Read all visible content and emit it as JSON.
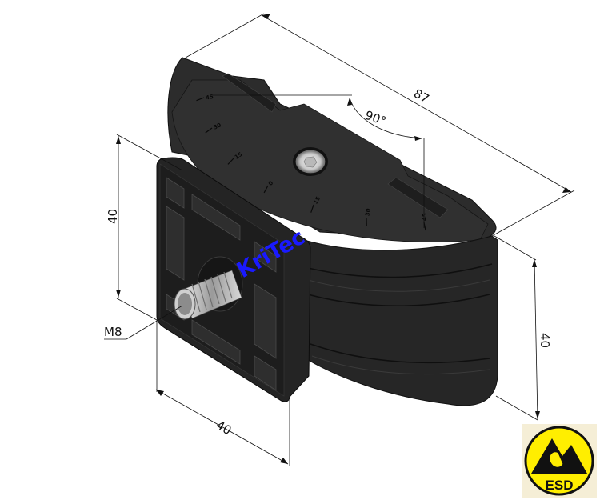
{
  "drawing": {
    "subject": "Angled connector block with M8 threaded stud",
    "logo_text": "KriTec",
    "logo_color": "#1a1aff",
    "body_color": "#2b2b2b"
  },
  "dimensions": {
    "length_label": "87",
    "angle_label": "90°",
    "height_left_label": "40",
    "width_bottom_label": "40",
    "height_right_label": "40",
    "thread_label": "M8"
  },
  "angle_scale": {
    "ticks": [
      "45",
      "30",
      "15",
      "0",
      "15",
      "30",
      "45"
    ]
  },
  "badge": {
    "text": "ESD",
    "background": "#f5eed6",
    "fill": "#ffee00"
  }
}
